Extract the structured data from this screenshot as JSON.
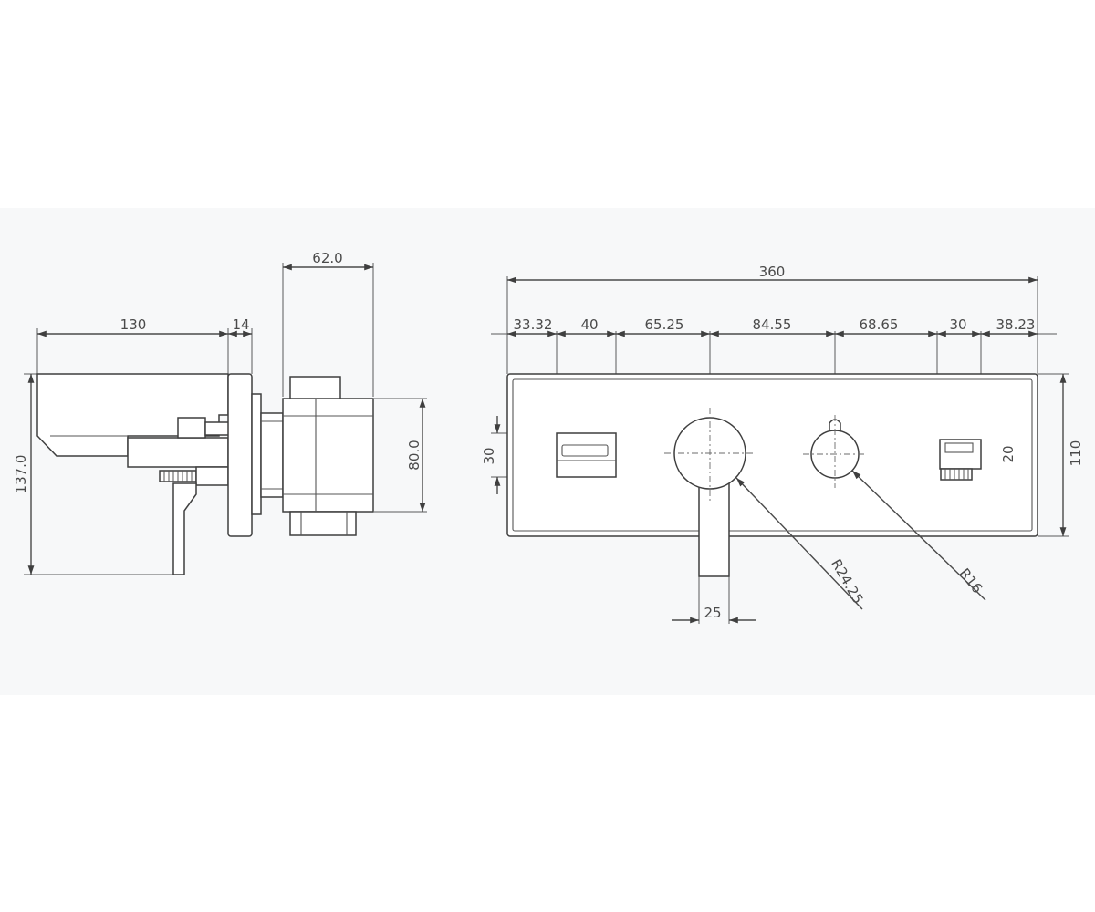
{
  "side_view": {
    "dim_width": "130",
    "dim_plate": "14",
    "dim_body": "62.0",
    "dim_height": "137.0",
    "dim_body_height": "80.0"
  },
  "front_view": {
    "dim_total": "360",
    "dim_seg_1": "33.32",
    "dim_seg_2": "40",
    "dim_seg_3": "65.25",
    "dim_seg_4": "84.55",
    "dim_seg_5": "68.65",
    "dim_seg_6": "30",
    "dim_seg_7": "38.23",
    "dim_spout_height": "30",
    "dim_outlet_height": "20",
    "dim_plate_height": "110",
    "dim_handle_radius": "R24.25",
    "dim_knob_radius": "R16",
    "dim_lever_width": "25"
  }
}
